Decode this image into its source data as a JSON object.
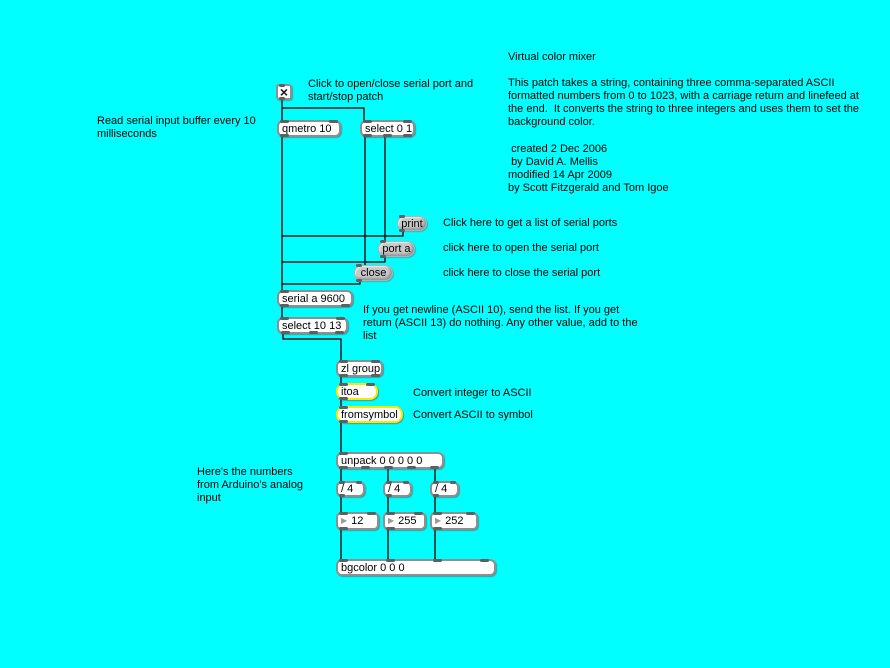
{
  "colors": {
    "canvas_bg": "#00ffff",
    "box_border": "#8f8f8f",
    "highlight_border": "#ffe600",
    "message_fill": "#c9c9c9",
    "patch_cord": "#1b1b1b"
  },
  "icons": {
    "toggle_x": "×",
    "number_arrow": "▶"
  },
  "nodes": {
    "qmetro": "qmetro 10",
    "select01": "select 0 1",
    "print_msg": "print",
    "port_msg": "port a",
    "close_msg": "close",
    "serial": "serial a 9600",
    "select1013": "select 10 13",
    "zlgroup": "zl group",
    "itoa": "itoa",
    "fromsymbol": "fromsymbol",
    "unpack": "unpack 0 0 0 0 0",
    "div1": "/ 4",
    "div2": "/ 4",
    "div3": "/ 4",
    "num1": "12",
    "num2": "255",
    "num3": "252",
    "bgcolor": "bgcolor 0 0 0"
  },
  "comments": {
    "toggle_hint": "Click to open/close serial port and\nstart/stop patch",
    "read_buffer": "Read serial input buffer every 10\nmilliseconds",
    "title": "Virtual color mixer",
    "description": "This patch takes a string, containing three comma-separated ASCII\nformatted numbers from 0 to 1023, with a carriage return and linefeed at\nthe end.  It converts the string to three integers and uses them to set the\nbackground color.",
    "credits": " created 2 Dec 2006\n by David A. Mellis\nmodified 14 Apr 2009\nby Scott Fitzgerald and Tom Igoe",
    "print_hint": "Click here to get a list of serial ports",
    "open_hint": "click here to open the serial port",
    "close_hint": "click here to close the serial port",
    "newline_hint": "If you get newline (ASCII 10), send the list. If you get\nreturn (ASCII 13) do nothing. Any other value, add to the\nlist",
    "itoa_hint": "Convert integer to ASCII",
    "fromsymbol_hint": "Convert ASCII to symbol",
    "numbers_hint": "Here's the numbers\nfrom Arduino's analog\ninput"
  }
}
